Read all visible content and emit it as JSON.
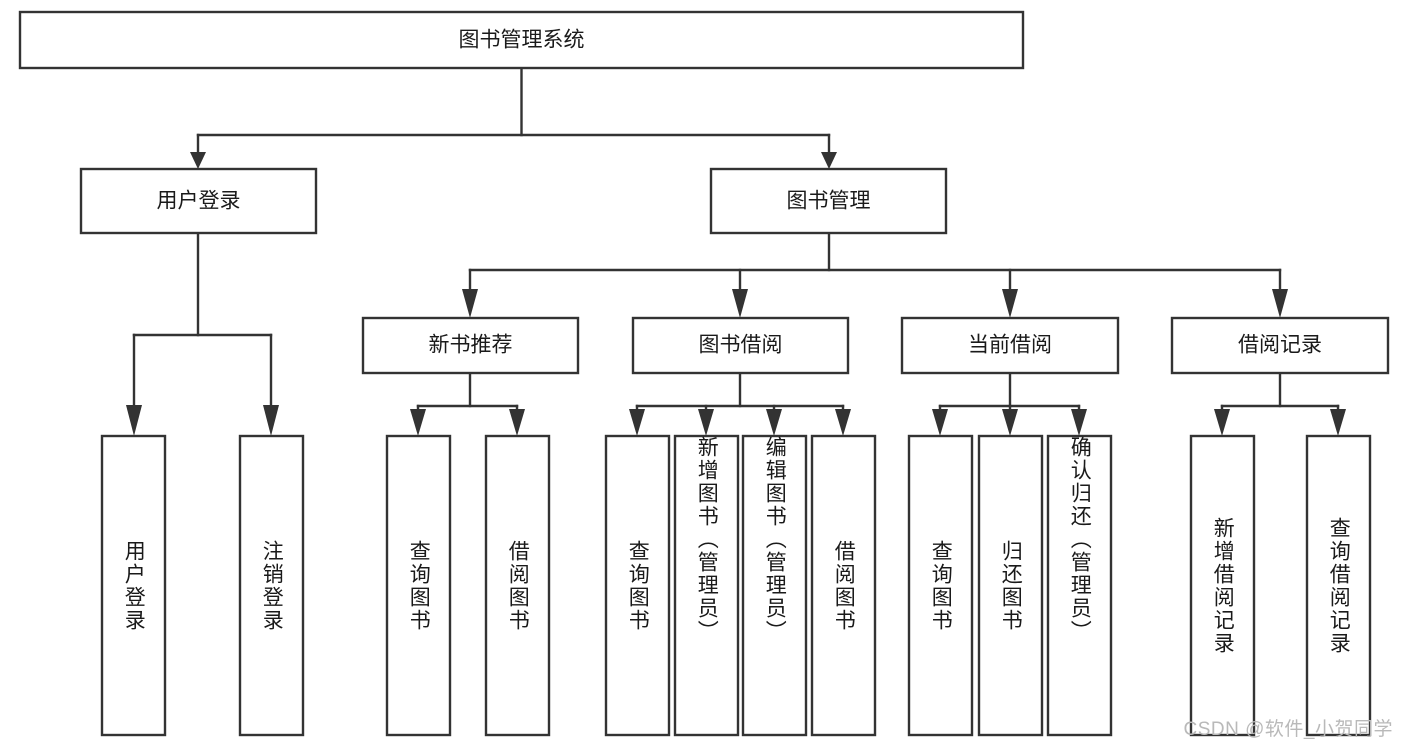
{
  "diagram": {
    "type": "tree-hierarchy",
    "title": "图书管理系统",
    "stroke_color": "#333333",
    "fill_color": "#ffffff",
    "text_color": "#1a1a1a",
    "root": {
      "label": "图书管理系统"
    },
    "level2": [
      {
        "label": "用户登录"
      },
      {
        "label": "图书管理"
      }
    ],
    "level3": [
      {
        "label": "新书推荐"
      },
      {
        "label": "图书借阅"
      },
      {
        "label": "当前借阅"
      },
      {
        "label": "借阅记录"
      }
    ],
    "leaves": {
      "user_login": [
        {
          "label": "用户登录"
        },
        {
          "label": "注销登录"
        }
      ],
      "new_book_recommend": [
        {
          "label": "查询图书"
        },
        {
          "label": "借阅图书"
        }
      ],
      "book_borrow": [
        {
          "label": "查询图书"
        },
        {
          "label": "新增图书（管理员）"
        },
        {
          "label": "编辑图书（管理员）"
        },
        {
          "label": "借阅图书"
        }
      ],
      "current_borrow": [
        {
          "label": "查询图书"
        },
        {
          "label": "归还图书"
        },
        {
          "label": "确认归还（管理员）"
        }
      ],
      "borrow_record": [
        {
          "label": "新增借阅记录"
        },
        {
          "label": "查询借阅记录"
        }
      ]
    },
    "watermark": "CSDN @软件_小贺同学"
  }
}
